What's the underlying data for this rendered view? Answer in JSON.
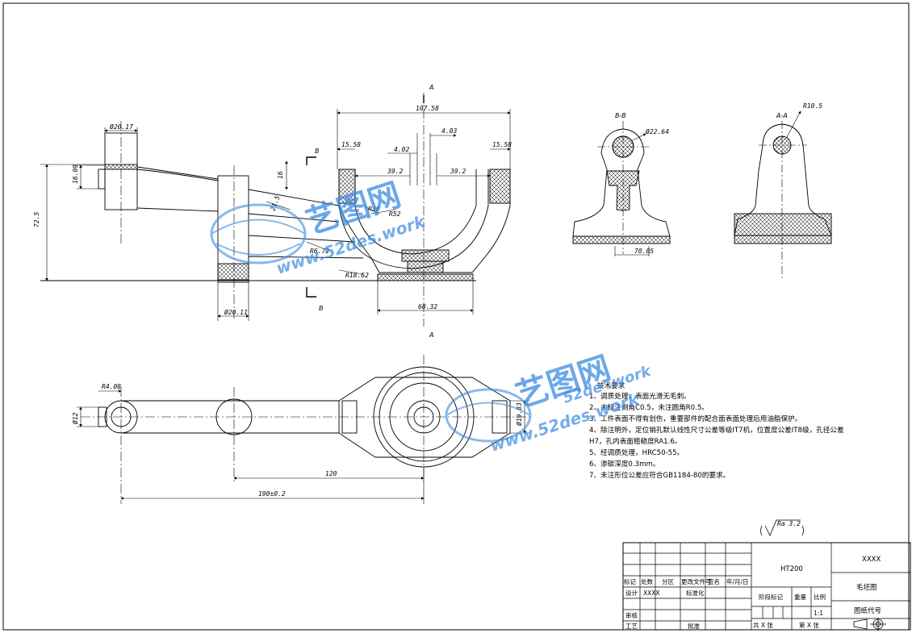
{
  "drawing": {
    "dimensions": {
      "top_width": "107.58",
      "flange_left": "15.58",
      "flange_right": "15.58",
      "offset_left": "4.02",
      "offset_right": "4.03",
      "half_left": "39.2",
      "half_right": "39.2",
      "boss_dia": "Ø20.17",
      "boss_dia_bottom": "Ø20.11",
      "arm_thick": "16.09",
      "height_total": "72.5",
      "gap_16": "16",
      "angle_dim": "21.5",
      "r30": "R30",
      "r52": "R52",
      "r672": "R6.72",
      "r1862": "R18.62",
      "base_len": "60.32",
      "r408": "R4.08",
      "dia12": "Ø12",
      "right_hole": "Ø19.83",
      "len120": "120",
      "len190": "190±0.2",
      "bb_dia": "Ø22.64",
      "bb_base": "70.05",
      "aa_r": "R10.5"
    },
    "section_labels": {
      "a_top": "A",
      "a_bottom": "A",
      "b_top": "B",
      "b_bottom": "B",
      "view_bb": "B-B",
      "view_aa": "A-A"
    },
    "surface_finish": "Ra 3.2",
    "watermark": {
      "brand": "艺图网",
      "url": "www.52des.work",
      "url_partial": "52de  .work"
    }
  },
  "requirements": {
    "title": "技术要求",
    "items": [
      "1、调质处理，表面光滑无毛刺。",
      "2、未标注倒角C0.5，未注圆角R0.5。",
      "3、工件表面不得有划伤，重要部件的配合面表面处理后用油脂保护。",
      "4、除注明外，定位销孔默认线性尺寸公差等级IT7机，位置度公差IT8级，孔径公差",
      "H7，孔内表面粗糙度RA1.6。",
      "5、经调质处理，HRC50-55。",
      "6、渗碳深度0.3mm。",
      "7、未注形位公差应符合GB1184-80的要求。"
    ]
  },
  "title_block": {
    "material": "HT200",
    "company": "XXXX",
    "part_name": "毛坯图",
    "drawing_no": "图纸代号",
    "scale": "1:1",
    "row_labels": {
      "mark": "标记",
      "count": "处数",
      "zone": "分区",
      "change_doc": "更改文件号",
      "sign": "签名",
      "date": "年/月/日",
      "design": "设计",
      "design_value": "XXXX",
      "standard": "标准化",
      "review": "审核",
      "process": "工艺",
      "approve": "批准"
    },
    "stage_mark": "阶段标记",
    "weight": "重量",
    "ratio": "比例",
    "sheets_total": "共 X 张",
    "sheet_no": "第 X 张"
  }
}
